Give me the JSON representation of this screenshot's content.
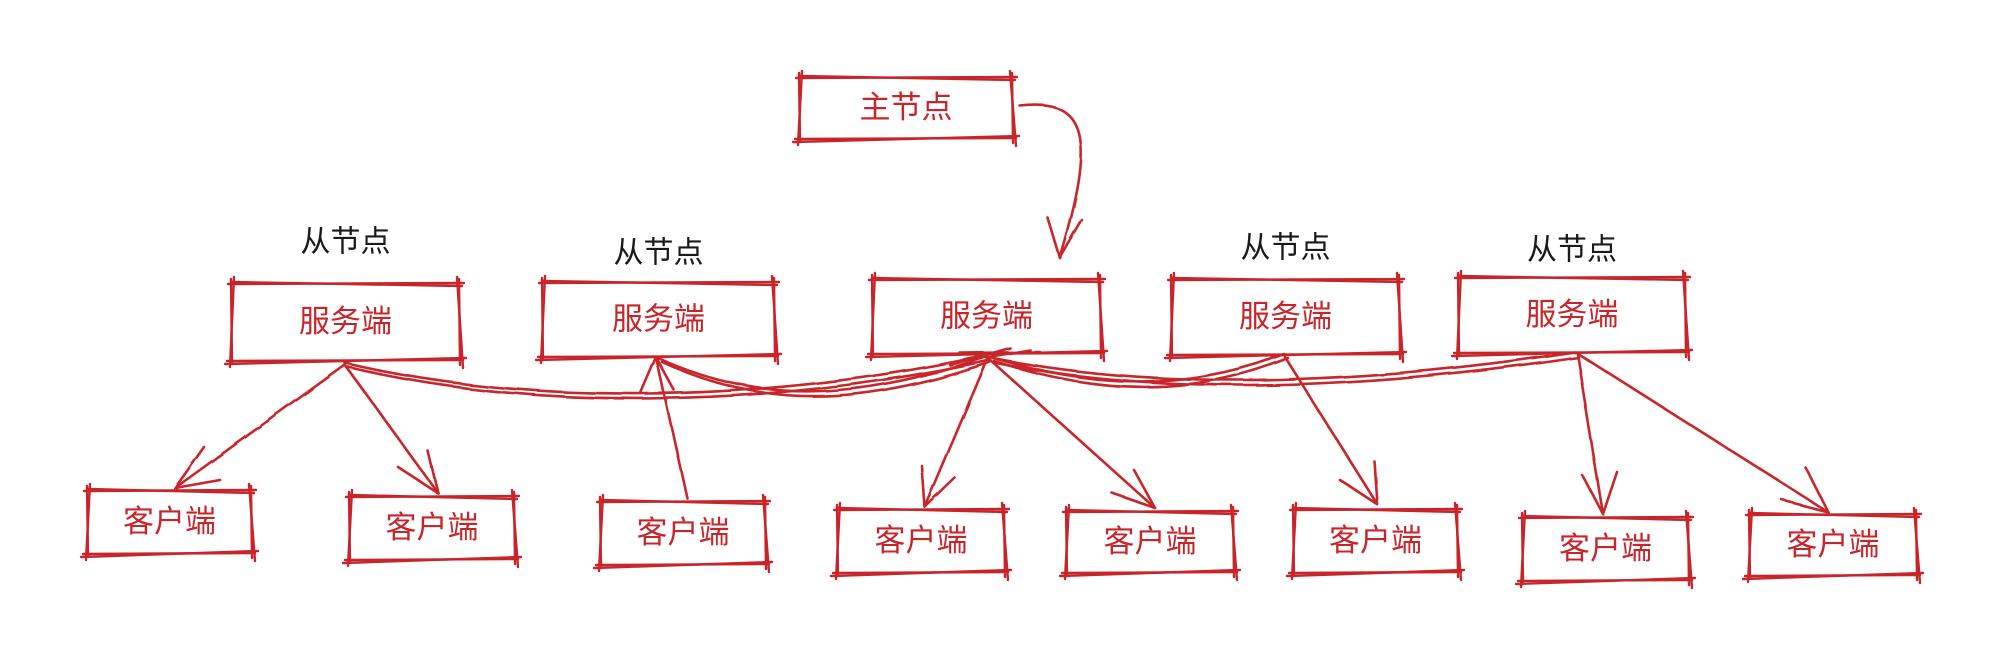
{
  "colors": {
    "ink": "#c8252b",
    "text_dark": "#1a1a1a",
    "background": "#ffffff"
  },
  "master": {
    "role": "",
    "box": "主节点"
  },
  "servers": [
    {
      "role": "从节点",
      "box": "服务端"
    },
    {
      "role": "从节点",
      "box": "服务端"
    },
    {
      "role": "",
      "box": "服务端"
    },
    {
      "role": "从节点",
      "box": "服务端"
    },
    {
      "role": "从节点",
      "box": "服务端"
    }
  ],
  "clients": [
    {
      "box": "客户端"
    },
    {
      "box": "客户端"
    },
    {
      "box": "客户端"
    },
    {
      "box": "客户端"
    },
    {
      "box": "客户端"
    },
    {
      "box": "客户端"
    },
    {
      "box": "客户端"
    },
    {
      "box": "客户端"
    }
  ]
}
